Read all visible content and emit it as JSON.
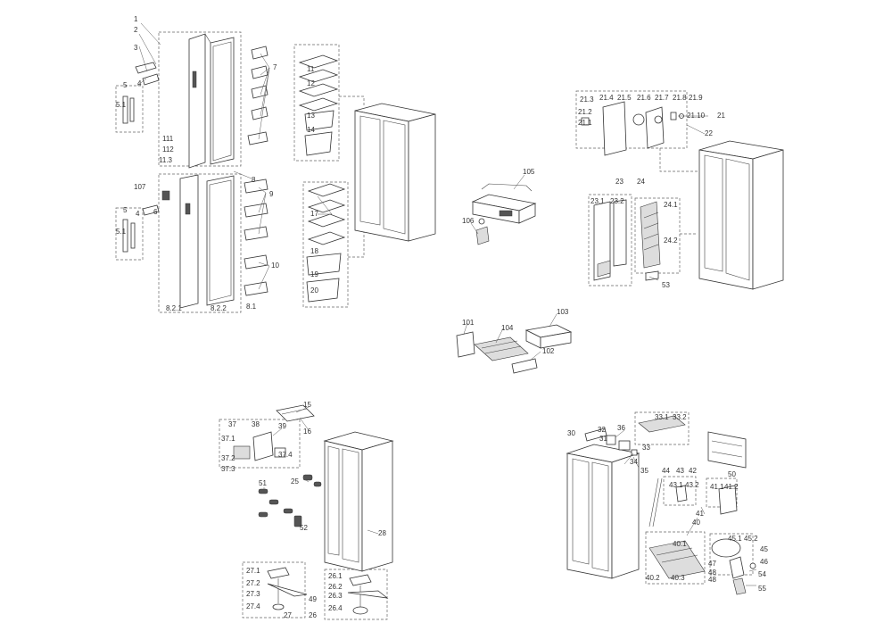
{
  "sections": {
    "doors": {
      "labels": {
        "n1": "1",
        "n2": "2",
        "n3": "3",
        "n4": "4",
        "n5": "5",
        "n5_1": "5.1",
        "n111": "111",
        "n112": "112",
        "n11_3": "11.3",
        "n7": "7",
        "n11": "11",
        "n12": "12",
        "n13": "13",
        "n14": "14",
        "n107": "107",
        "n6": "6",
        "n4b": "4",
        "n5b": "5",
        "n5_1b": "5.1",
        "n8": "8",
        "n9": "9",
        "n10": "10",
        "n8_1": "8.1",
        "n8_2_1": "8.2.1",
        "n8_2_2": "8.2.2",
        "n17": "17",
        "n18": "18",
        "n19": "19",
        "n20": "20"
      }
    },
    "water": {
      "labels": {
        "n105": "105",
        "n106": "106"
      }
    },
    "icemaker": {
      "labels": {
        "n101": "101",
        "n104": "104",
        "n103": "103",
        "n102": "102"
      }
    },
    "evaporator": {
      "labels": {
        "n21_3": "21.3",
        "n21_4": "21.4",
        "n21_5": "21.5",
        "n21_6": "21.6",
        "n21_7": "21.7",
        "n21_8": "21.8",
        "n21_9": "21.9",
        "n21_2": "21.2",
        "n21_1": "21.1",
        "n21_10": "21.10",
        "n21": "21",
        "n22": "22",
        "n23": "23",
        "n24": "24",
        "n23_1": "23.1",
        "n23_2": "23.2",
        "n24_1": "24.1",
        "n24_2": "24.2",
        "n53": "53"
      }
    },
    "cabinet": {
      "labels": {
        "n15": "15",
        "n16": "16",
        "n37": "37",
        "n38": "38",
        "n39": "39",
        "n37_1": "37.1",
        "n37_2": "37.2",
        "n37_3": "37.3",
        "n37_4": "37.4",
        "n25": "25",
        "n51": "51",
        "n52": "52",
        "n28": "28",
        "n27_1": "27.1",
        "n27_2": "27.2",
        "n27_3": "27.3",
        "n27_4": "27.4",
        "n27": "27",
        "n49": "49",
        "n26_1": "26.1",
        "n26_2": "26.2",
        "n26_3": "26.3",
        "n26_4": "26.4",
        "n26": "26"
      }
    },
    "compressor": {
      "labels": {
        "n30": "30",
        "n32": "32",
        "n31": "31",
        "n36": "36",
        "n34": "34",
        "n35": "35",
        "n33_1": "33.1",
        "n33_2": "33.2",
        "n33": "33",
        "n50": "50",
        "n44": "44",
        "n43": "43",
        "n42": "42",
        "n43_1": "43.1",
        "n43_2": "43.2",
        "n41_1": "41.1",
        "n41_2": "41.2",
        "n41": "41",
        "n40": "40",
        "n40_1": "40.1",
        "n40_2": "40.2",
        "n40_3": "40.3",
        "n45_1": "45.1",
        "n45_2": "45.2",
        "n45": "45",
        "n46": "46",
        "n47": "47",
        "n48": "48",
        "n48b": "48",
        "n54": "54",
        "n55": "55"
      }
    }
  }
}
